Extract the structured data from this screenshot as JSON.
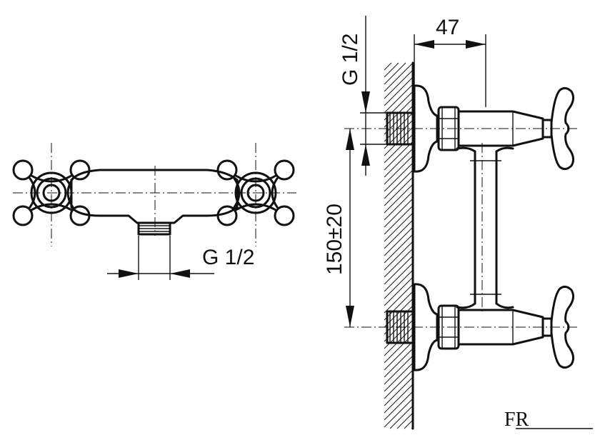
{
  "labels": {
    "top_view_thread": "G 1/2",
    "side_inlet_thread": "G 1/2",
    "projection_dimension": "47",
    "spacing_dimension": "150±20"
  },
  "logo": {
    "text": "FR"
  },
  "colors": {
    "line": "#111111",
    "background": "#ffffff"
  }
}
